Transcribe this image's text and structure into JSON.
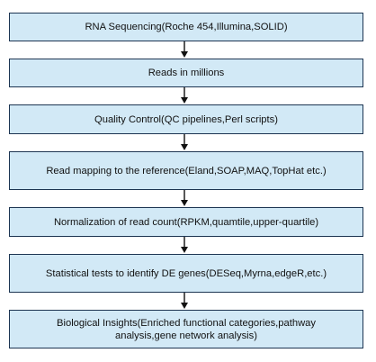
{
  "flowchart": {
    "steps": [
      "RNA Sequencing(Roche 454,Illumina,SOLID)",
      "Reads in millions",
      "Quality Control(QC pipelines,Perl scripts)",
      "Read mapping to the reference(Eland,SOAP,MAQ,TopHat etc.)",
      "Normalization of read count(RPKM,quamtile,upper-quartile)",
      "Statistical tests to identify DE genes(DESeq,Myrna,edgeR,etc.)",
      "Biological Insights(Enriched functional categories,pathway analysis,gene network analysis)"
    ]
  },
  "colors": {
    "box_fill": "#d2e9f6",
    "box_border": "#1d3552",
    "arrow": "#111111"
  }
}
